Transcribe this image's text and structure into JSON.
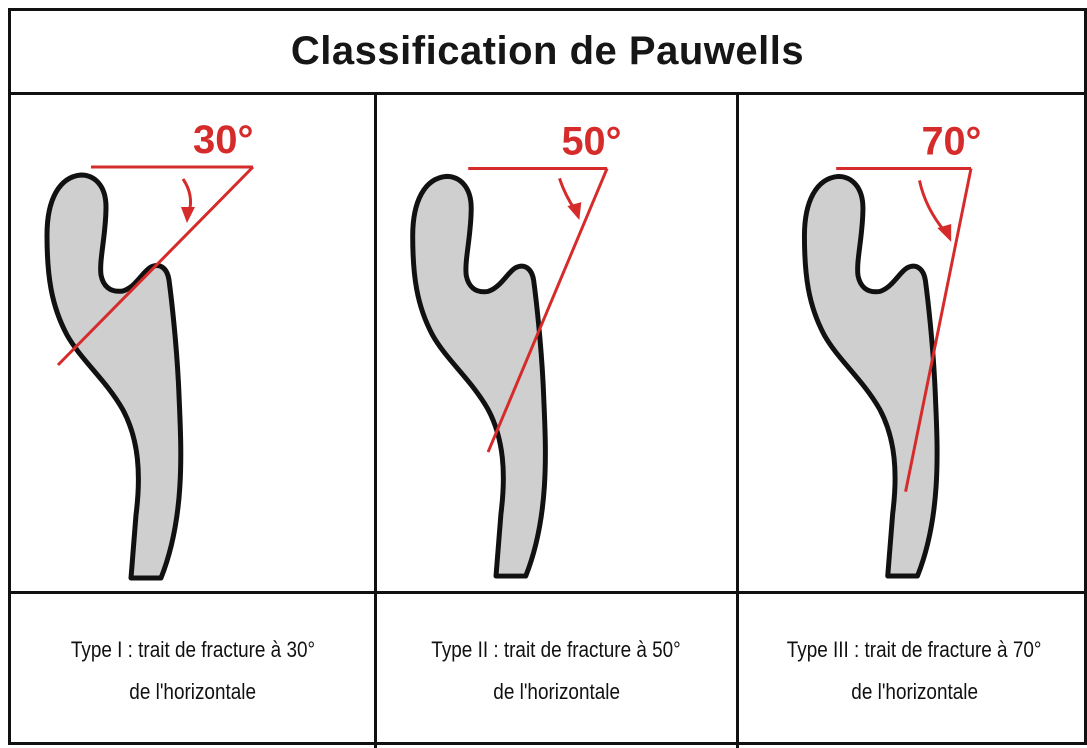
{
  "title": "Classification de Pauwells",
  "colors": {
    "accent": "#d62b2b",
    "bone": "#cfcfcf",
    "outline": "#111111"
  },
  "panels": [
    {
      "angle_label": "30°",
      "angle_deg": 30,
      "caption_line1": "Type I : trait de fracture à 30°",
      "caption_line2": "de l'horizontale"
    },
    {
      "angle_label": "50°",
      "angle_deg": 50,
      "caption_line1": "Type II : trait de fracture à 50°",
      "caption_line2": "de l'horizontale"
    },
    {
      "angle_label": "70°",
      "angle_deg": 70,
      "caption_line1": "Type III : trait de fracture à 70°",
      "caption_line2": "de l'horizontale"
    }
  ]
}
